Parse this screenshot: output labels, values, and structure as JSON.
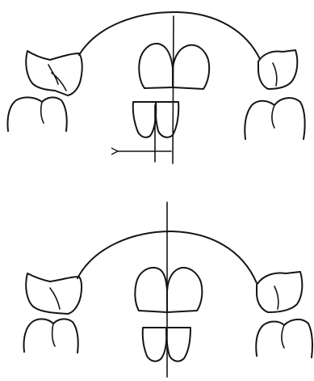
{
  "colors": {
    "background": "#ffffff",
    "stroke": "#151515"
  },
  "figure": {
    "panels": [
      {
        "name": "top-panel",
        "midline": "vertical-reference-line",
        "lower_incisor_shift": "left",
        "arrow": "left-arrow"
      },
      {
        "name": "bottom-panel",
        "midline": "vertical-reference-line",
        "lower_incisor_shift": "none",
        "arrow": null
      }
    ],
    "arrow_direction": "left"
  }
}
